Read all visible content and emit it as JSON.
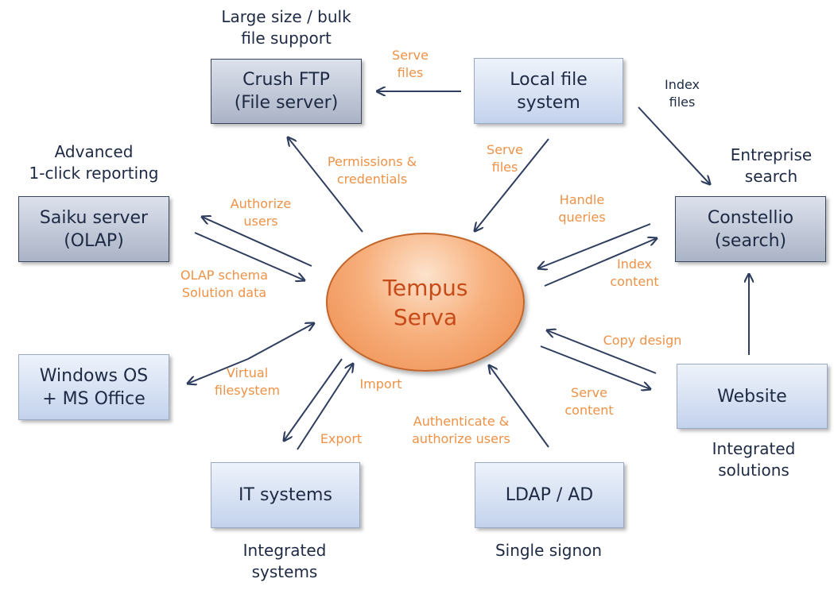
{
  "center": {
    "line1": "Tempus",
    "line2": "Serva"
  },
  "nodes": {
    "crush_ftp": {
      "line1": "Crush FTP",
      "line2": "(File server)"
    },
    "local_fs": {
      "line1": "Local file",
      "line2": "system"
    },
    "saiku": {
      "line1": "Saiku server",
      "line2": "(OLAP)"
    },
    "constellio": {
      "line1": "Constellio",
      "line2": "(search)"
    },
    "windows": {
      "line1": "Windows OS",
      "line2": "+ MS Office"
    },
    "website": {
      "line1": "Website"
    },
    "it_systems": {
      "line1": "IT systems"
    },
    "ldap": {
      "line1": "LDAP / AD"
    }
  },
  "captions": {
    "crush_ftp": {
      "line1": "Large size / bulk",
      "line2": "file support"
    },
    "saiku": {
      "line1": "Advanced",
      "line2": "1-click reporting"
    },
    "constellio": {
      "line1": "Entreprise",
      "line2": "search"
    },
    "website": {
      "line1": "Integrated",
      "line2": "solutions"
    },
    "it_systems": {
      "line1": "Integrated",
      "line2": "systems"
    },
    "ldap": {
      "line1": "Single signon"
    }
  },
  "edges": {
    "serve_files_top": {
      "line1": "Serve",
      "line2": "files"
    },
    "index_files": {
      "line1": "Index",
      "line2": "files"
    },
    "permissions": {
      "line1": "Permissions &",
      "line2": "credentials"
    },
    "serve_files_mid": {
      "line1": "Serve",
      "line2": "files"
    },
    "authorize_users": {
      "line1": "Authorize",
      "line2": "users"
    },
    "handle_queries": {
      "line1": "Handle",
      "line2": "queries"
    },
    "index_content": {
      "line1": "Index",
      "line2": "content"
    },
    "olap_schema": {
      "line1": "OLAP schema",
      "line2": "Solution data"
    },
    "copy_design": {
      "line1": "Copy design"
    },
    "virtual_fs": {
      "line1": "Virtual",
      "line2": "filesystem"
    },
    "import": {
      "line1": "Import"
    },
    "serve_content": {
      "line1": "Serve",
      "line2": "content"
    },
    "authenticate": {
      "line1": "Authenticate &",
      "line2": "authorize users"
    },
    "export": {
      "line1": "Export"
    }
  },
  "colors": {
    "arrow": "#2f3e5e",
    "edge_label": "#ee9247",
    "text": "#1e2a44",
    "center_text": "#c74a19"
  }
}
